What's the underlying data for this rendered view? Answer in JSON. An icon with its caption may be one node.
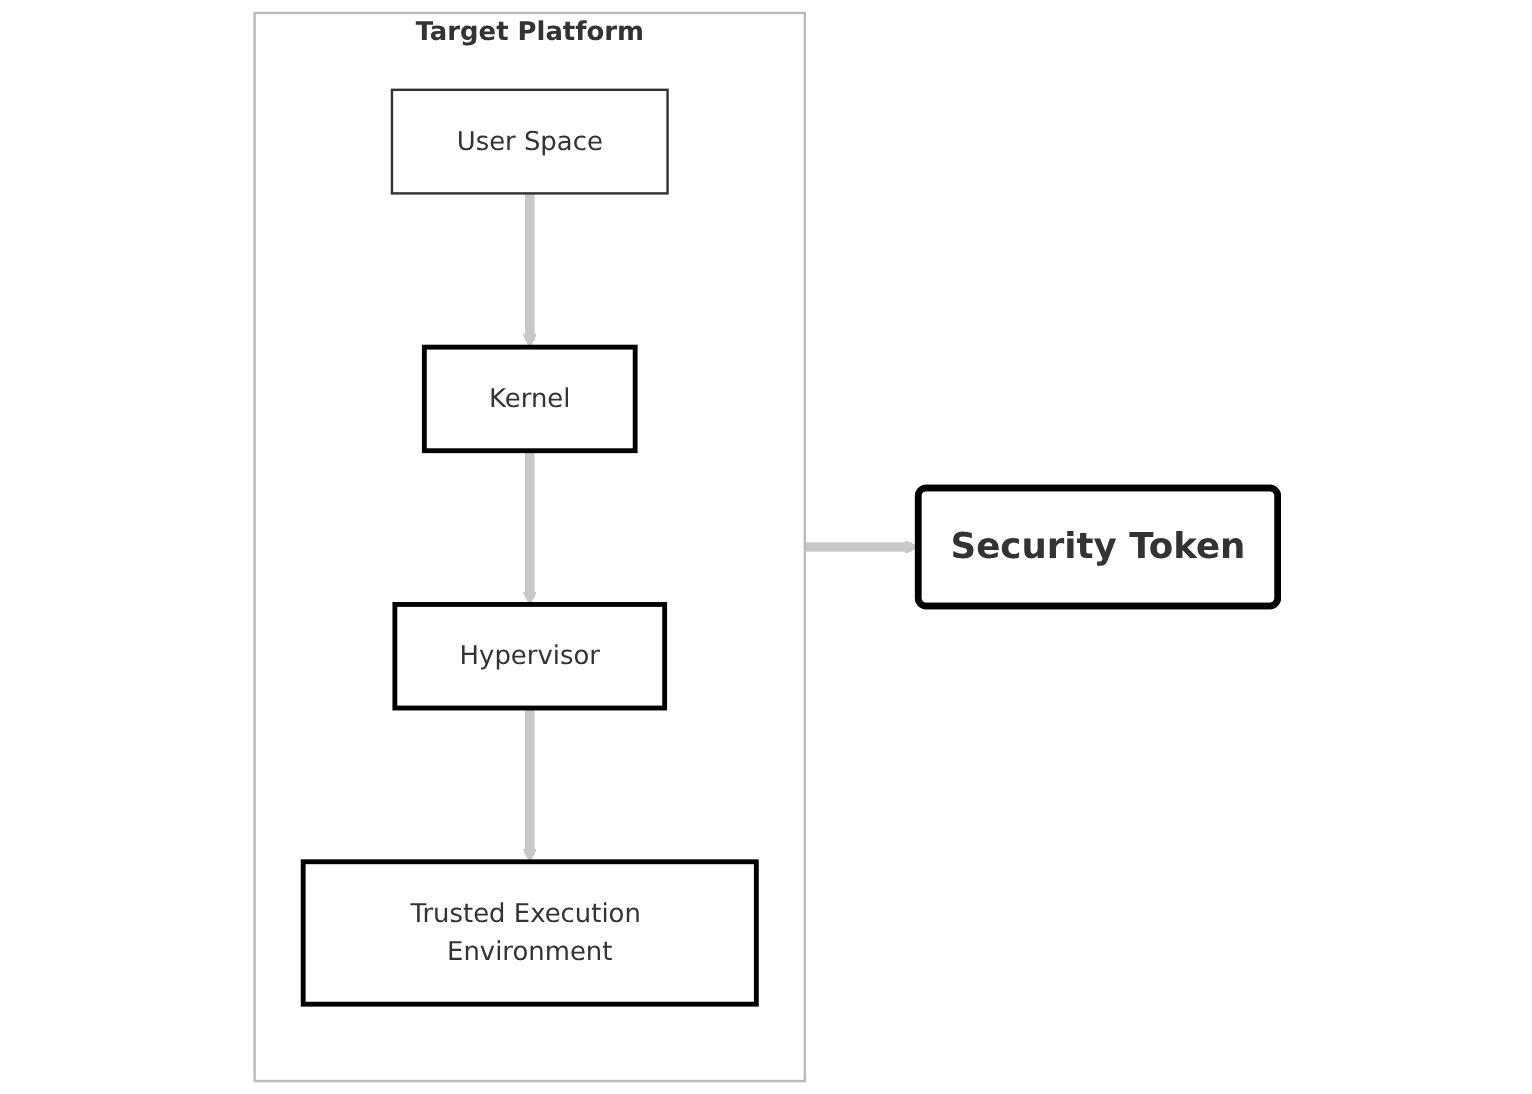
{
  "diagram": {
    "nodes": [
      {
        "text": [
          "Target Platform"
        ]
      },
      {
        "text": [
          "User Space"
        ],
        "in": 0
      },
      {
        "text": [
          "Kernel"
        ],
        "in": 0
      },
      {
        "text": [
          "Hypervisor"
        ],
        "in": 0
      },
      {
        "text": [
          "Trusted Execution Environment"
        ],
        "in": 0
      },
      {
        "text": [
          "Security Token"
        ]
      }
    ],
    "edges": [
      {
        "from": 1,
        "to": 2,
        "arrow": "to"
      },
      {
        "from": 2,
        "to": 3,
        "arrow": "to"
      },
      {
        "from": 3,
        "to": 4,
        "arrow": "to"
      },
      {
        "from": 0,
        "to": 5,
        "arrow": "to"
      }
    ]
  }
}
